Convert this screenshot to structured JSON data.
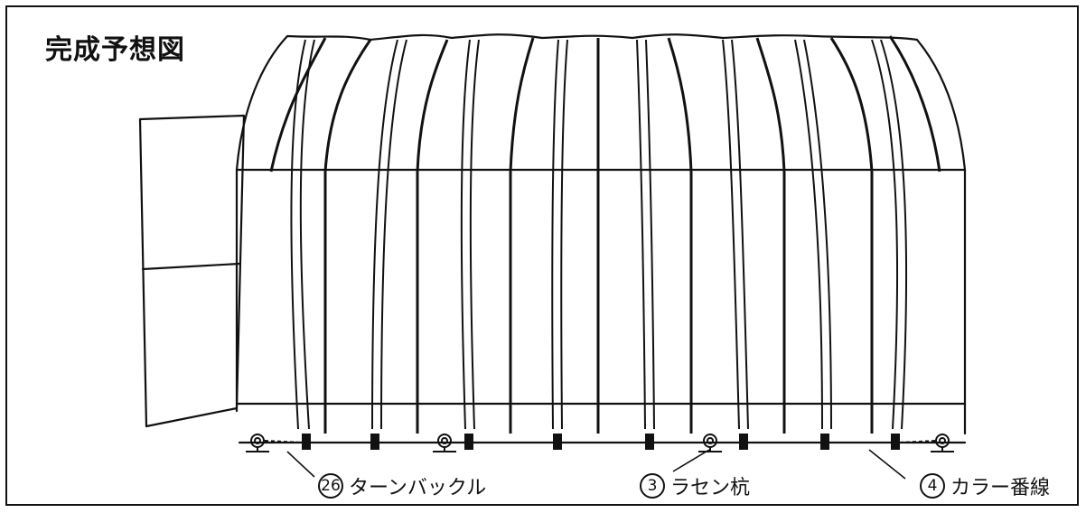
{
  "title": "完成予想図",
  "callouts": {
    "turnbuckle": {
      "number": "26",
      "label": "ターンバックル"
    },
    "screw_stake": {
      "number": "3",
      "label": "ラセン杭"
    },
    "collar_wire": {
      "number": "4",
      "label": "カラー番線"
    }
  }
}
